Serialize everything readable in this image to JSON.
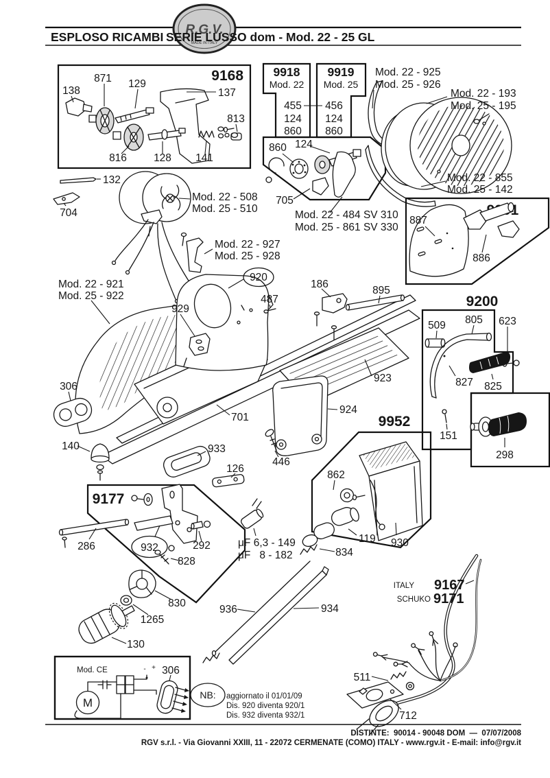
{
  "colors": {
    "ink": "#161616",
    "paper": "#ffffff",
    "logo_fill": "#cccccc"
  },
  "header": {
    "title_left": "ESPLOSO RICAMBI",
    "title_right": "SERIE LUSSO dom - Mod. 22 - 25 GL",
    "logo_brand": "R.G.V.",
    "logo_made": "MADE IN ITALY"
  },
  "boxes": {
    "b9168": {
      "title": "9168"
    },
    "b9918": {
      "title": "9918",
      "mod": "Mod. 22",
      "rows": [
        "455",
        "124",
        "860"
      ]
    },
    "b9919": {
      "title": "9919",
      "mod": "Mod. 25",
      "rows": [
        "456",
        "124",
        "860"
      ]
    },
    "b9201": {
      "title": "9201"
    },
    "b9200": {
      "title": "9200"
    },
    "b9952": {
      "title": "9952"
    },
    "b9177": {
      "title": "9177"
    }
  },
  "parts": {
    "138": "138",
    "871": "871",
    "129": "129",
    "137": "137",
    "813": "813",
    "816": "816",
    "128": "128",
    "141": "141",
    "132": "132",
    "704": "704",
    "860_lower": "860",
    "124_lower": "124",
    "705": "705",
    "887": "887",
    "886": "886",
    "509": "509",
    "805": "805",
    "623": "623",
    "827": "827",
    "825": "825",
    "151": "151",
    "298": "298",
    "920": "920",
    "929": "929",
    "487": "487",
    "186": "186",
    "895": "895",
    "923": "923",
    "924": "924",
    "306": "306",
    "701": "701",
    "140": "140",
    "933": "933",
    "126": "126",
    "446": "446",
    "862": "862",
    "119": "119",
    "930": "930",
    "286": "286",
    "932": "932",
    "292": "292",
    "828": "828",
    "830": "830",
    "1265": "1265",
    "130": "130",
    "936": "936",
    "934": "934",
    "834": "834",
    "511": "511",
    "712": "712",
    "306_wiring": "306"
  },
  "mods": {
    "m925": "Mod. 22 - 925",
    "m926": "Mod. 25 - 926",
    "m193": "Mod. 22 - 193",
    "m195": "Mod. 25 - 195",
    "m855": "Mod. 22 - 855",
    "m142": "Mod. 25 - 142",
    "m508": "Mod. 22 - 508",
    "m510": "Mod. 25 - 510",
    "m927": "Mod. 22 - 927",
    "m928": "Mod. 25 - 928",
    "m921": "Mod. 22 - 921",
    "m922": "Mod. 25 - 922",
    "m484": "Mod. 22 - 484 SV 310",
    "m861": "Mod. 25 - 861 SV 330"
  },
  "capacitor": {
    "line1": "μF 6,3 - 149",
    "line2": "μF   8 - 182"
  },
  "cords": {
    "italy": "ITALY",
    "italy_code": "9167",
    "schuko": "SCHUKO",
    "schuko_code": "9171"
  },
  "wiring": {
    "title": "Mod. CE",
    "motor": "M",
    "minus": "-",
    "plus": "+"
  },
  "note": {
    "badge": "NB:",
    "line1": "aggiornato il 01/01/09",
    "line2": "Dis. 920 diventa 920/1",
    "line3": "Dis. 932 diventa 932/1"
  },
  "footer": {
    "line1": "DISTINTE:  90014 - 90048 DOM  —  07/07/2008",
    "line2": "RGV s.r.l. - Via Giovanni XXIII, 11 - 22072 CERMENATE (COMO) ITALY - www.rgv.it - E-mail: info@rgv.it"
  }
}
